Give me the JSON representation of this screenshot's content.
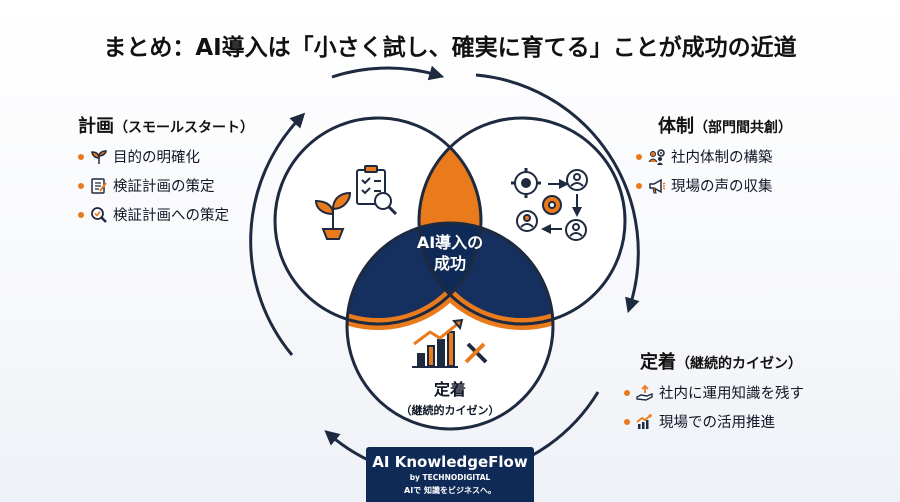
{
  "title": "まとめ：AI導入は「小さく試し、確実に育てる」ことが成功の近道",
  "center": {
    "line1": "AI導入の",
    "line2": "成功"
  },
  "bottom_circle": {
    "label": "定着",
    "sub": "（継続的カイゼン）"
  },
  "plan": {
    "title": "計画",
    "subtitle": "（スモールスタート）",
    "items": [
      "目的の明確化",
      "検証計画の策定",
      "検証計画への策定"
    ]
  },
  "structure": {
    "title": "体制",
    "subtitle": "（部門間共創）",
    "items": [
      "社内体制の構築",
      "現場の声の収集"
    ]
  },
  "adoption": {
    "title": "定着",
    "subtitle": "（継続的カイゼン）",
    "items": [
      "社内に運用知識を残す",
      "現場での活用推進"
    ]
  },
  "brand": {
    "name": "AI KnowledgeFlow",
    "by": "by TECHNODIGITAL",
    "tagline": "AIで 知識をビジネスへ。"
  },
  "colors": {
    "navy": "#15305e",
    "orange": "#ea7b1c",
    "dark": "#1e2a40"
  }
}
